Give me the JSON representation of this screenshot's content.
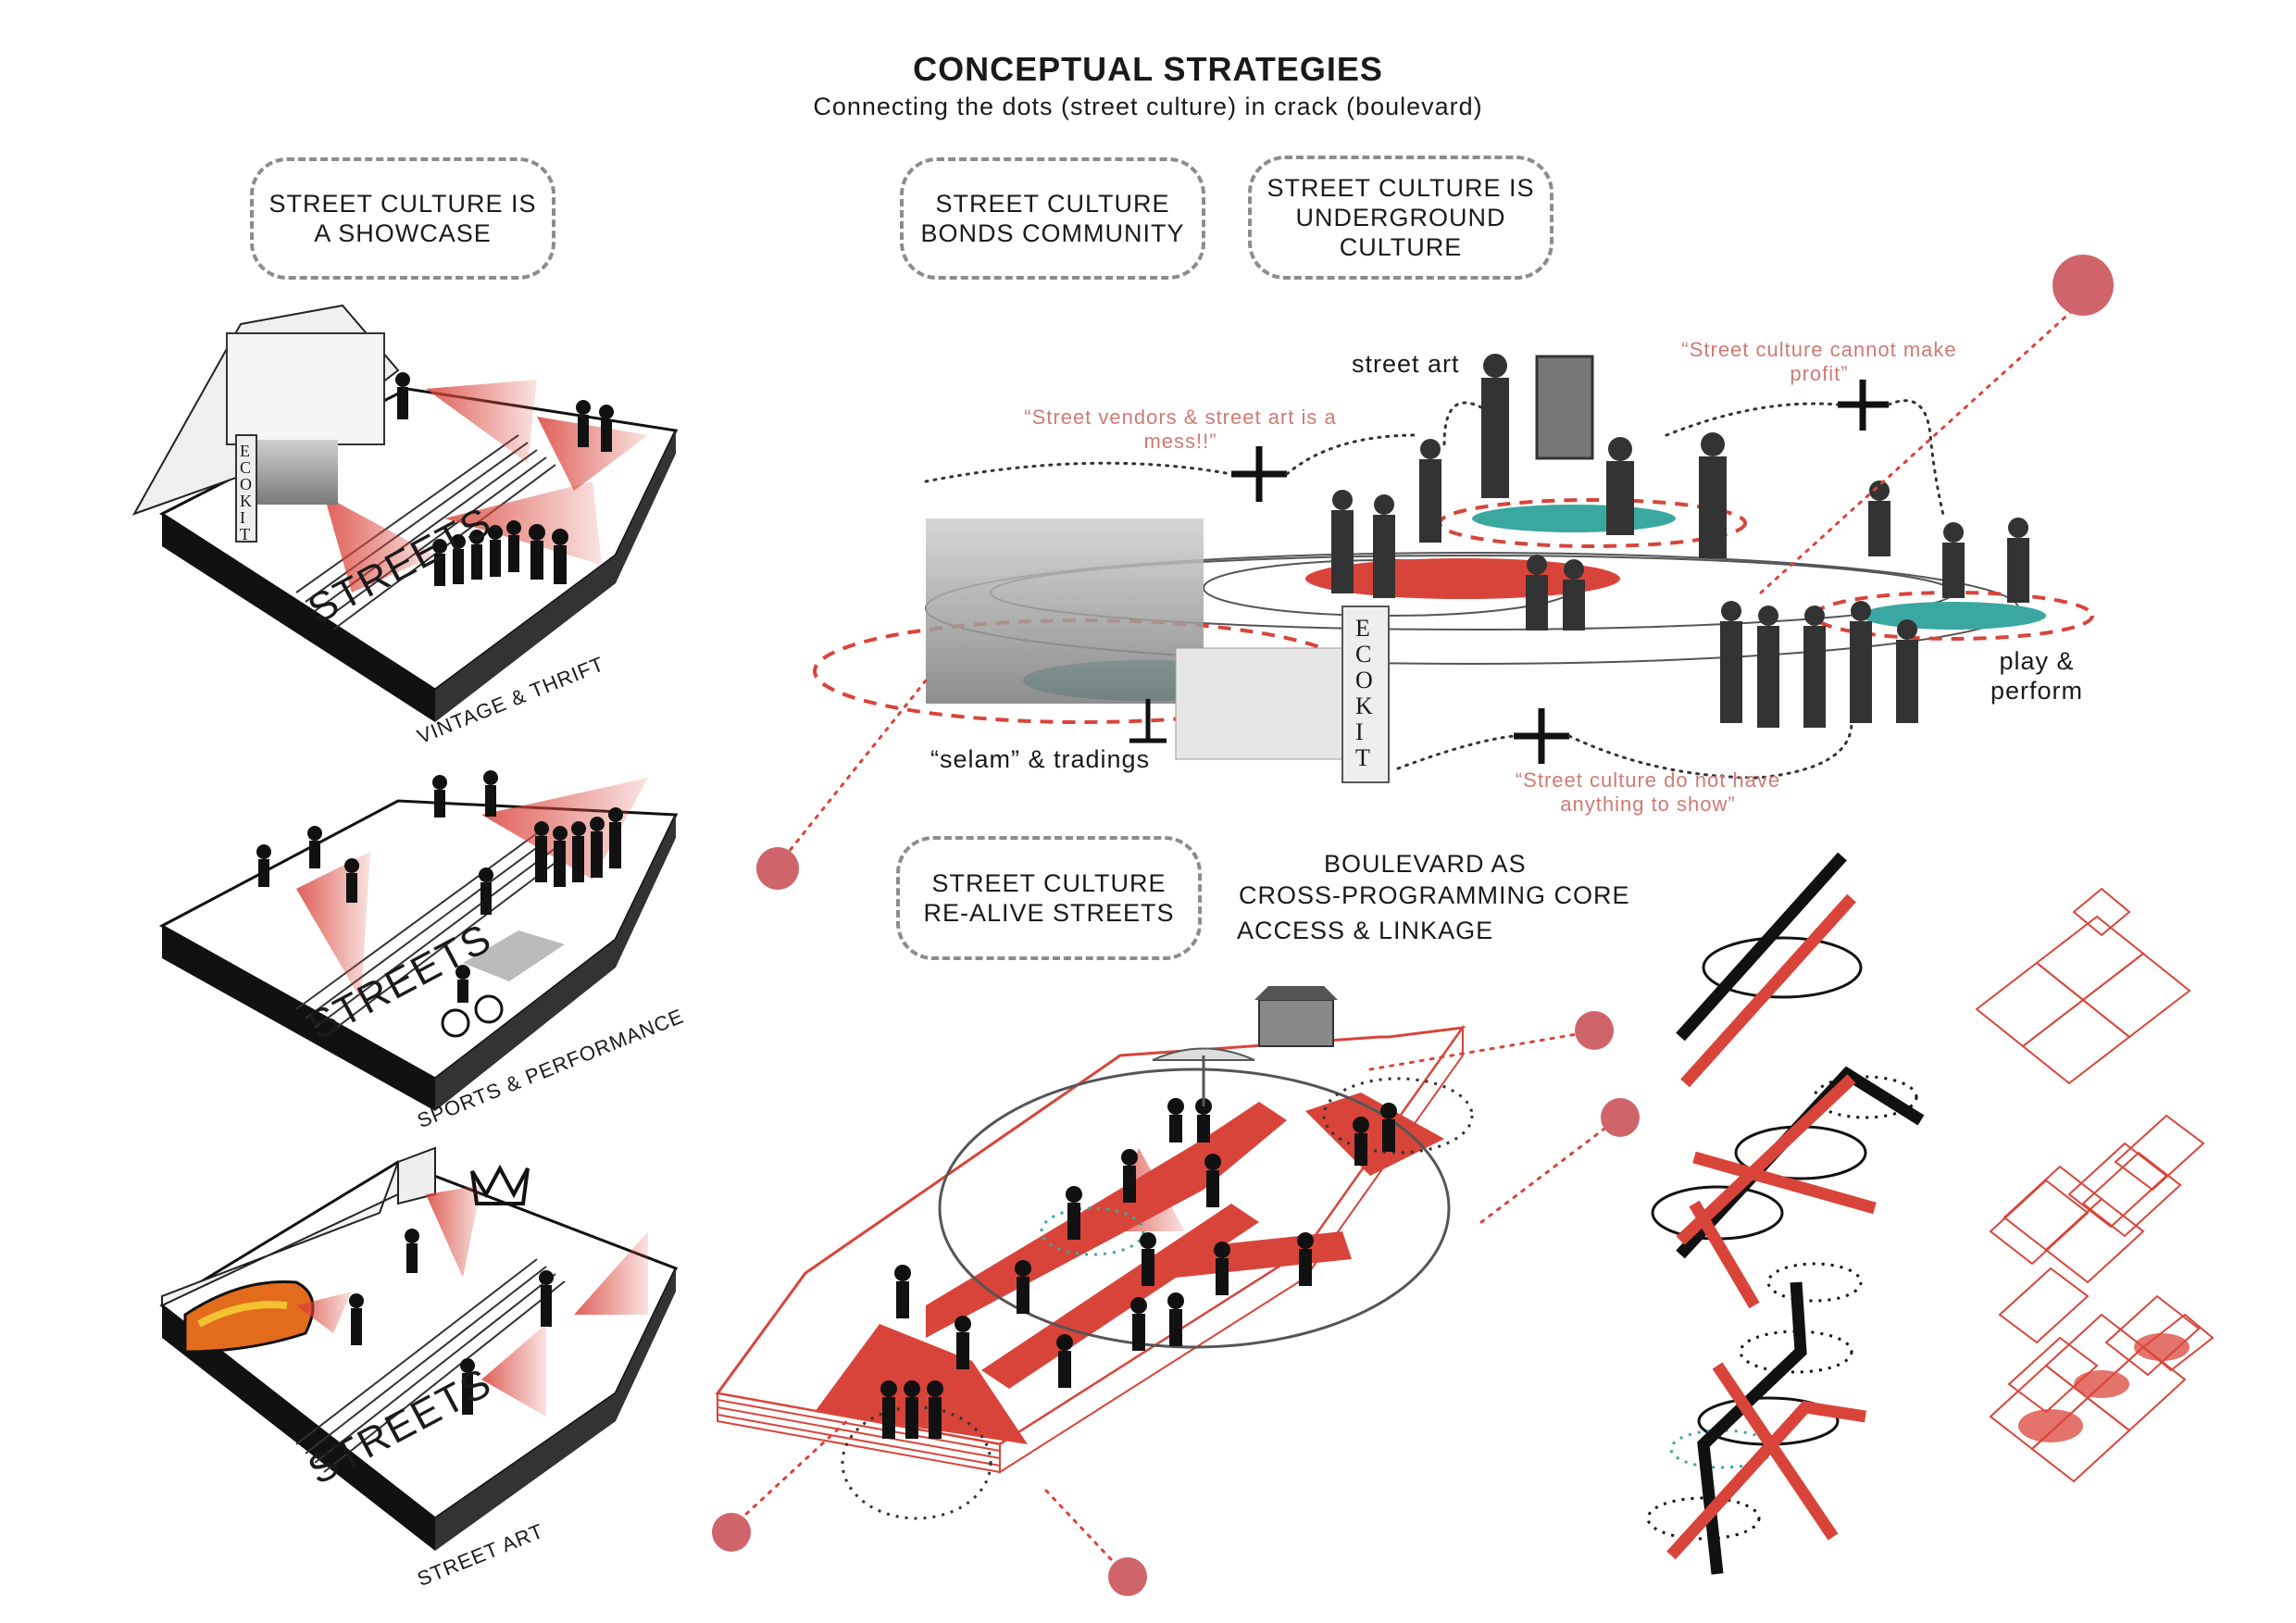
{
  "header": {
    "title": "CONCEPTUAL STRATEGIES",
    "subtitle": "Connecting the dots (street culture) in crack (boulevard)"
  },
  "strategies": {
    "showcase": "STREET CULTURE IS\nA SHOWCASE",
    "bonds": "STREET CULTURE\nBONDS COMMUNITY",
    "underground": "STREET CULTURE IS\nUNDERGROUND\nCULTURE",
    "realive": "STREET CULTURE\nRE-ALIVE STREETS"
  },
  "boulevard": {
    "line1": "BOULEVARD AS",
    "line2": "CROSS-PROGRAMMING CORE",
    "line3": "ACCESS & LINKAGE"
  },
  "collage_labels": {
    "street_art": "street art",
    "selam": "“selam” & tradings",
    "play": "play &\nperform"
  },
  "quotes": {
    "vendors": "“Street vendors & street art is a\nmess!!”",
    "profit": "“Street culture cannot make\nprofit”",
    "show": "“Street culture do not have\nanything to show”"
  },
  "captions": {
    "vintage": "VINTAGE & THRIFT",
    "sports": "SPORTS & PERFORMANCE",
    "street_art": "STREET ART"
  },
  "model_text": {
    "streets": "STREETS",
    "sign": "ECOKIT"
  },
  "colors": {
    "accent_red": "#d9443a",
    "pink_dot": "#d0646b",
    "teal": "#3aa8a0",
    "dashed_grey": "#8c8c8c"
  }
}
